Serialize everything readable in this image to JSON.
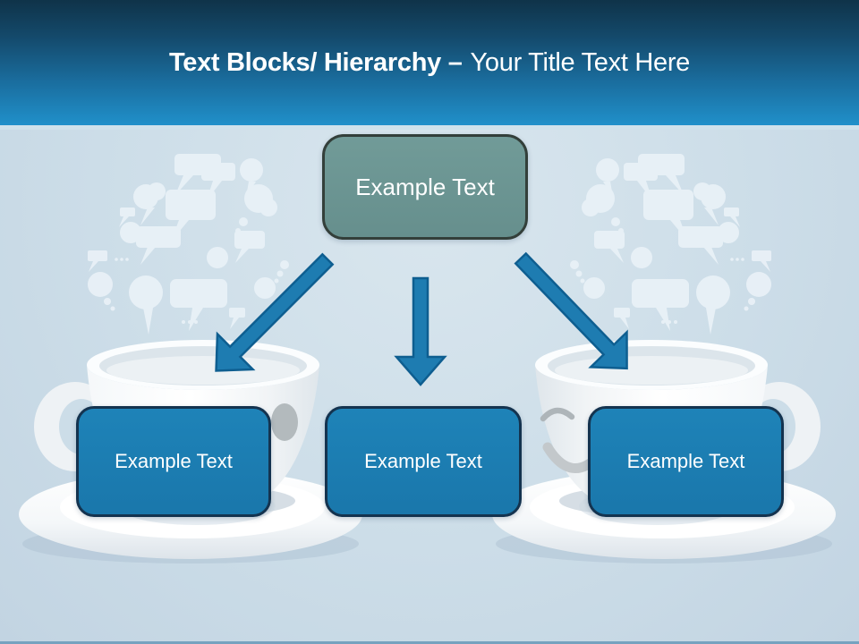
{
  "slide": {
    "title": {
      "bold": "Text Blocks/ Hierarchy –",
      "regular": "Your Title Text Here"
    }
  },
  "diagram": {
    "root": {
      "label": "Example Text"
    },
    "children": [
      {
        "label": "Example Text"
      },
      {
        "label": "Example Text"
      },
      {
        "label": "Example Text"
      }
    ]
  },
  "icons": {
    "arrow_down": "block-arrow-down",
    "arrow_down_left": "block-arrow-down-left",
    "arrow_down_right": "block-arrow-down-right",
    "speech_bubbles": "speech-bubble-cloud",
    "coffee_cup": "coffee-cup-with-saucer",
    "smiley_face": "winking-smile-on-cup"
  },
  "colors": {
    "header_top": "#0f3349",
    "header_bottom": "#2090ca",
    "header_edge": "#cfe2ec",
    "body_background": "#ccdde8",
    "root_fill": "#6b9693",
    "root_border": "#333f3a",
    "child_fill": "#1b7db2",
    "child_border": "#14334f",
    "arrow_fill": "#1e7cb1",
    "arrow_border": "#0e5e90",
    "bubble_fill": "#e9f1f7",
    "cup_fill": "#ffffff",
    "text": "#ffffff"
  }
}
